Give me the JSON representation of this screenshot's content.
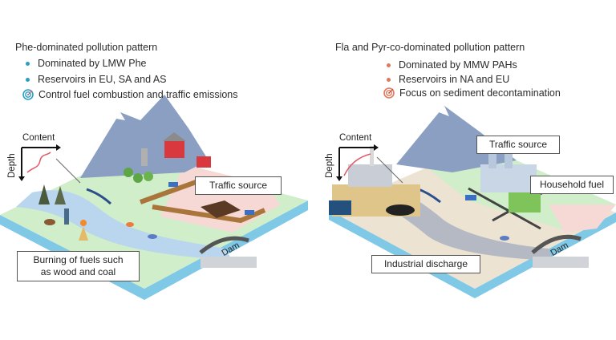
{
  "left_panel": {
    "title": "Phe-dominated pollution pattern",
    "accent_color": "#2a9fc4",
    "bullets": [
      {
        "icon": "bullet-dot",
        "text": "Dominated by LMW Phe"
      },
      {
        "icon": "bullet-dot",
        "text": "Reservoirs in EU, SA and AS"
      },
      {
        "icon": "target-icon",
        "text": "Control fuel combustion and traffic emissions"
      }
    ],
    "axis": {
      "x_label": "Content",
      "y_label": "Depth"
    },
    "callouts": {
      "traffic": "Traffic source",
      "burning_line1": "Burning of fuels such",
      "burning_line2": "as wood and coal",
      "dam": "Dam"
    }
  },
  "right_panel": {
    "title": "Fla and Pyr-co-dominated pollution pattern",
    "accent_color": "#e0785a",
    "bullets": [
      {
        "icon": "bullet-dot",
        "text": "Dominated by MMW PAHs"
      },
      {
        "icon": "bullet-dot",
        "text": "Reservoirs in NA and EU"
      },
      {
        "icon": "target-icon",
        "text": "Focus on sediment decontamination"
      }
    ],
    "axis": {
      "x_label": "Content",
      "y_label": "Depth"
    },
    "callouts": {
      "traffic": "Traffic source",
      "household": "Household fuel",
      "industrial": "Industrial discharge",
      "dam": "Dam"
    }
  }
}
